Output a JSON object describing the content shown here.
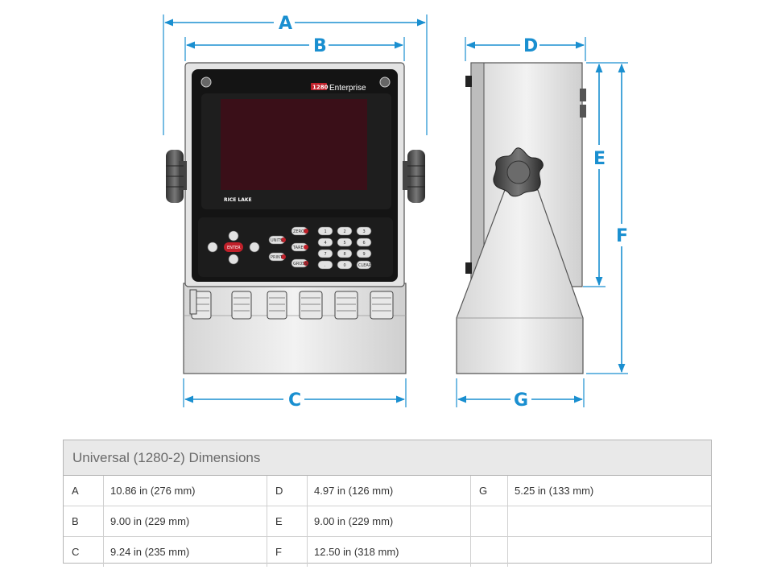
{
  "diagram": {
    "front_view": {
      "brand_label": "1280",
      "model_label": "Enterprise",
      "logo_text": "RICE LAKE",
      "keypad": {
        "nav_center": "ENTER",
        "function_keys": [
          "UNITS",
          "ZERO",
          "TARE",
          "PRINT",
          "GROSS"
        ],
        "number_keys": [
          "1",
          "2",
          "3",
          "4",
          "5",
          "6",
          "7",
          "8",
          "9",
          ".",
          "0",
          "CLEAR"
        ]
      }
    },
    "dimension_labels": {
      "A": "A",
      "B": "B",
      "C": "C",
      "D": "D",
      "E": "E",
      "F": "F",
      "G": "G"
    },
    "accent_color": "#1a8fd0"
  },
  "table": {
    "title": "Universal (1280-2) Dimensions",
    "rows": [
      [
        {
          "letter": "A",
          "value": "10.86 in (276 mm)"
        },
        {
          "letter": "D",
          "value": "4.97 in (126 mm)"
        },
        {
          "letter": "G",
          "value": "5.25 in (133 mm)"
        }
      ],
      [
        {
          "letter": "B",
          "value": "9.00 in (229 mm)"
        },
        {
          "letter": "E",
          "value": "9.00 in (229 mm)"
        },
        {
          "letter": "",
          "value": ""
        }
      ],
      [
        {
          "letter": "C",
          "value": "9.24 in (235 mm)"
        },
        {
          "letter": "F",
          "value": "12.50 in (318 mm)"
        },
        {
          "letter": "",
          "value": ""
        }
      ]
    ]
  }
}
